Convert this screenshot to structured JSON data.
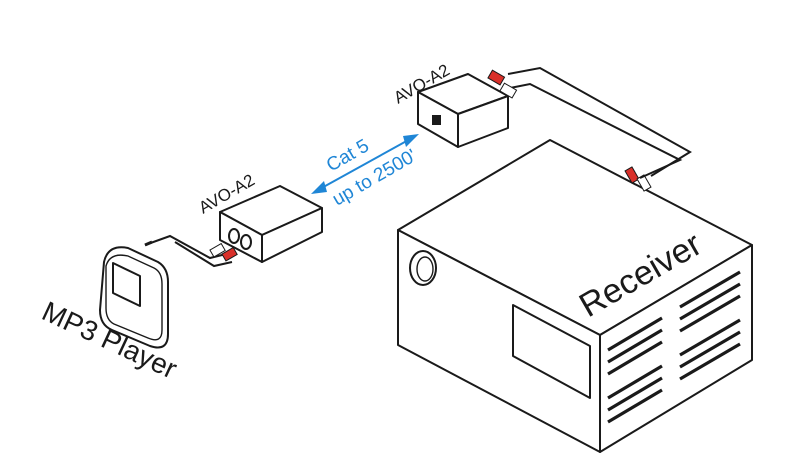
{
  "devices": {
    "mp3_player": {
      "label": "MP3 Player"
    },
    "avo_local": {
      "label": "AVO-A2"
    },
    "avo_remote": {
      "label": "AVO-A2"
    },
    "receiver": {
      "label": "Receiver"
    }
  },
  "link": {
    "cable_type": "Cat 5",
    "distance": "up to 2500'"
  },
  "colors": {
    "link_text": "#1f86d6",
    "plug_red": "#d9302a",
    "outline": "#1a1a1a"
  }
}
